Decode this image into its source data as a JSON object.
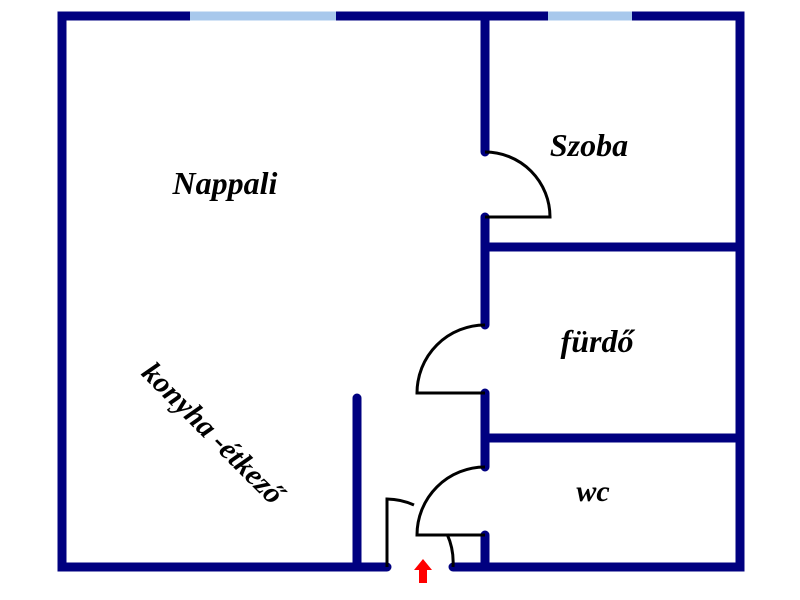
{
  "rooms": {
    "living": "Nappali",
    "bedroom": "Szoba",
    "bathroom": "fürdő",
    "toilet": "wc",
    "kitchen": "konyha -étkező"
  },
  "colors": {
    "wall": "#000080",
    "window": "#a8c8ec",
    "entrance_arrow": "#ff0000"
  }
}
